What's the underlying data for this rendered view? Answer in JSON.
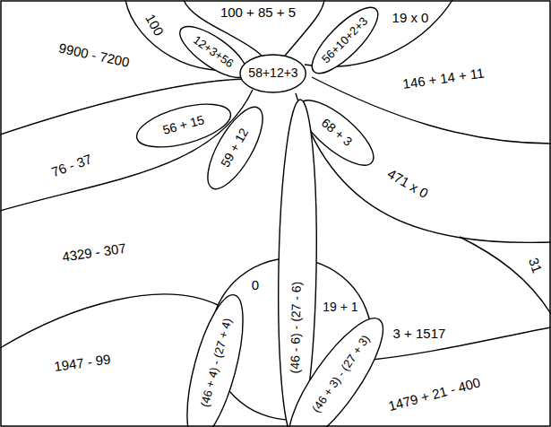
{
  "diagram": {
    "nodes": [
      {
        "text": [
          "12+3+56"
        ]
      },
      {
        "text": [
          "56+10+2+3"
        ]
      },
      {
        "text": [
          "58+12+3"
        ]
      },
      {
        "text": [
          "56 + 15"
        ]
      },
      {
        "text": [
          "59 + 12"
        ]
      },
      {
        "text": [
          "68 + 3"
        ]
      },
      {
        "text": [
          "(46 - 6) - (27 - 6)"
        ]
      },
      {
        "text": [
          "(46 + 4) - (27 + 4)"
        ]
      },
      {
        "text": [
          "(46 + 3) - (27 + 3)"
        ]
      }
    ],
    "labels": [
      "100 + 85 + 5",
      "19 x 0",
      "100",
      "9900 - 7200",
      "146 + 14 + 11",
      "76 - 37",
      "471 x 0",
      "31",
      "4329 - 307",
      "0",
      "19 + 1",
      "3 + 1517",
      "1947 - 99",
      "1479 + 21 - 400"
    ]
  }
}
